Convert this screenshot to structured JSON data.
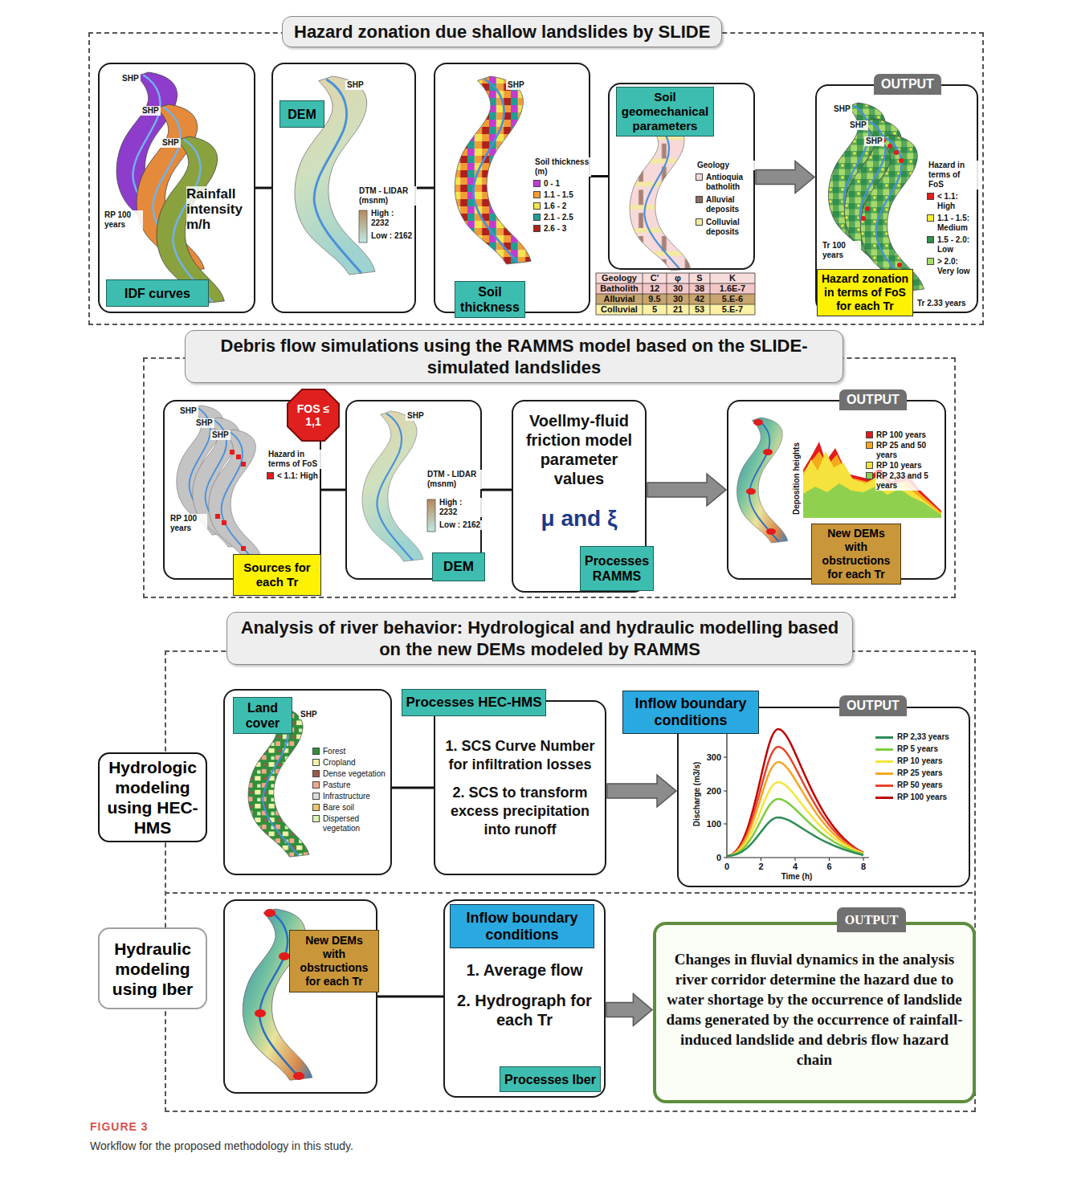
{
  "diagram": {
    "caption": "Workflow for the proposed methodology in this study.",
    "nodes": [
      {
        "text": [
          "Hazard zonation due shallow landslides by SLIDE"
        ]
      },
      {
        "text": [
          "SHP",
          "SHP",
          "SHP",
          "Rainfall intensity m/h",
          "RP 100 years"
        ],
        "in": 0
      },
      {
        "text": [
          "IDF curves"
        ],
        "in": 1
      },
      {
        "text": [
          "SHP",
          "DTM - LIDAR (msnm)",
          "High : 2232",
          "Low : 2162"
        ],
        "in": 0
      },
      {
        "text": [
          "DEM"
        ],
        "in": 3
      },
      {
        "text": [
          "SHP",
          "Soil thickness (m)"
        ],
        "in": 0
      },
      {
        "text": [
          "Soil thickness"
        ],
        "in": 5
      },
      {
        "text": [
          "SHP",
          "Geology"
        ],
        "in": 0
      },
      {
        "text": [
          "Soil geomechanical parameters"
        ],
        "in": 7
      },
      {
        "text": [
          "SHP",
          "SHP",
          "SHP",
          "Hazard in terms of FoS",
          "Tr 100 years",
          "Tr 2.33 years"
        ],
        "in": 0
      },
      {
        "text": [
          "OUTPUT"
        ],
        "in": 9
      },
      {
        "text": [
          "Hazard zonation in terms of FoS for each Tr"
        ],
        "in": 9
      },
      {
        "text": [
          "Debris flow simulations using the RAMMS model based on the SLIDE-simulated landslides"
        ]
      },
      {
        "text": [
          "SHP",
          "SHP",
          "SHP",
          "Hazard in terms of FoS",
          "RP 100 years"
        ],
        "in": 12
      },
      {
        "text": [
          "FOS ≤ 1,1"
        ],
        "in": 13
      },
      {
        "text": [
          "Sources for each Tr"
        ],
        "in": 13
      },
      {
        "text": [
          "SHP",
          "DTM - LIDAR (msnm)",
          "High : 2232",
          "Low : 2162"
        ],
        "in": 12
      },
      {
        "text": [
          "DEM"
        ],
        "in": 16
      },
      {
        "text": [
          "Voellmy-fluid friction model parameter values",
          "μ and ξ"
        ],
        "in": 12
      },
      {
        "text": [
          "Processes RAMMS"
        ],
        "in": 18
      },
      {
        "text": [
          "Deposition heights"
        ],
        "in": 12
      },
      {
        "text": [
          "OUTPUT"
        ],
        "in": 20
      },
      {
        "text": [
          "New DEMs with obstructions for each Tr"
        ],
        "in": 20
      },
      {
        "text": [
          "Analysis of river behavior: Hydrological and hydraulic modelling based on the new DEMs modeled by RAMMS"
        ]
      },
      {
        "text": [
          "Hydrologic modeling using HEC-HMS"
        ],
        "in": 23
      },
      {
        "text": [
          "SHP"
        ],
        "in": 23
      },
      {
        "text": [
          "Land cover"
        ],
        "in": 25
      },
      {
        "text": [
          "1. SCS Curve Number for infiltration losses",
          "2. SCS to transform excess precipitation into runoff"
        ],
        "in": 23
      },
      {
        "text": [
          "Processes HEC-HMS"
        ],
        "in": 27
      },
      {
        "text": [
          "Discharge (m3/s)",
          "Time (h)"
        ],
        "in": 23
      },
      {
        "text": [
          "Inflow boundary conditions"
        ],
        "in": 29
      },
      {
        "text": [
          "OUTPUT"
        ],
        "in": 29
      },
      {
        "text": [
          "Hydraulic modeling using Iber"
        ],
        "in": 23
      },
      {
        "text": [
          "New DEMs with obstructions for each Tr"
        ],
        "in": 23
      },
      {
        "text": [
          "1. Average flow",
          "2. Hydrograph for each Tr"
        ],
        "in": 23
      },
      {
        "text": [
          "Inflow boundary conditions"
        ],
        "in": 34
      },
      {
        "text": [
          "Processes Iber"
        ],
        "in": 34
      },
      {
        "text": [
          "Changes in fluvial dynamics in the analysis river corridor determine the hazard due to water shortage by the occurrence of landslide dams generated by the occurrence of rainfall-induced landslide and debris flow hazard chain"
        ],
        "in": 23
      },
      {
        "text": [
          "OUTPUT"
        ],
        "in": 37
      }
    ],
    "edges": [
      {
        "from": 1,
        "to": 3,
        "arrow": "none"
      },
      {
        "from": 3,
        "to": 5,
        "arrow": "none"
      },
      {
        "from": 5,
        "to": 7,
        "arrow": "none"
      },
      {
        "from": 7,
        "to": 9,
        "arrow": "to"
      },
      {
        "from": 13,
        "to": 16,
        "arrow": "none"
      },
      {
        "from": 16,
        "to": 18,
        "arrow": "none"
      },
      {
        "from": 18,
        "to": 20,
        "arrow": "to"
      },
      {
        "from": 25,
        "to": 27,
        "arrow": "none"
      },
      {
        "from": 27,
        "to": 29,
        "arrow": "to"
      },
      {
        "from": 33,
        "to": 34,
        "arrow": "none"
      },
      {
        "from": 34,
        "to": 37,
        "arrow": "to"
      }
    ],
    "labels": [
      "Geology",
      "C'",
      "φ",
      "S",
      "K",
      "Batholith",
      "12",
      "30",
      "38",
      "1.6E-7",
      "Alluvial",
      "9.5",
      "30",
      "42",
      "5.E-6",
      "Colluvial",
      "5",
      "21",
      "53",
      "5.E-7",
      "300",
      "200",
      "100",
      "0",
      "0",
      "2",
      "4",
      "6",
      "8",
      "FIGURE 3"
    ],
    "legend": [
      {
        "text": "0 - 1",
        "color": "#c23bd4"
      },
      {
        "text": "1.1 - 1.5",
        "color": "#f39c34"
      },
      {
        "text": "1.6 - 2",
        "color": "#f2e54b"
      },
      {
        "text": "2.1 - 2.5",
        "color": "#1f9e93"
      },
      {
        "text": "2.6 - 3",
        "color": "#b0201c"
      },
      {
        "text": "Antioquia batholith",
        "color": "#f7d9d9"
      },
      {
        "text": "Alluvial deposits",
        "color": "#8c6a5d"
      },
      {
        "text": "Colluvial deposits",
        "color": "#f3eaa2"
      },
      {
        "text": "< 1.1: High",
        "color": "#e41a1c"
      },
      {
        "text": "1.1 - 1.5: Medium",
        "color": "#f7f03a"
      },
      {
        "text": "1.5 - 2.0: Low",
        "color": "#2f8f4e"
      },
      {
        "text": "> 2.0: Very low",
        "color": "#a6d96a"
      },
      {
        "text": "< 1.1: High",
        "color": "#e41a1c"
      },
      {
        "text": "RP 100 years",
        "color": "#e41a1c"
      },
      {
        "text": "RP 25 and 50 years",
        "color": "#f7a81b"
      },
      {
        "text": "RP 10 years",
        "color": "#f5e23c"
      },
      {
        "text": "RP 2,33 and 5 years",
        "color": "#8fd14f"
      },
      {
        "text": "Forest",
        "color": "#2f8f3a"
      },
      {
        "text": "Cropland",
        "color": "#f1f1a8"
      },
      {
        "text": "Dense vegetation",
        "color": "#9b5b4e"
      },
      {
        "text": "Pasture",
        "color": "#f3a78a"
      },
      {
        "text": "Infrastructure",
        "color": "#dcdcdc"
      },
      {
        "text": "Bare soil",
        "color": "#f2c46d"
      },
      {
        "text": "Dispersed vegetation",
        "color": "#d9f2b0"
      },
      {
        "text": "RP 2,33 years"
      },
      {
        "text": "RP 5 years"
      },
      {
        "text": "RP 10 years"
      },
      {
        "text": "RP 25 years"
      },
      {
        "text": "RP 50 years"
      },
      {
        "text": "RP 100 years"
      }
    ]
  }
}
